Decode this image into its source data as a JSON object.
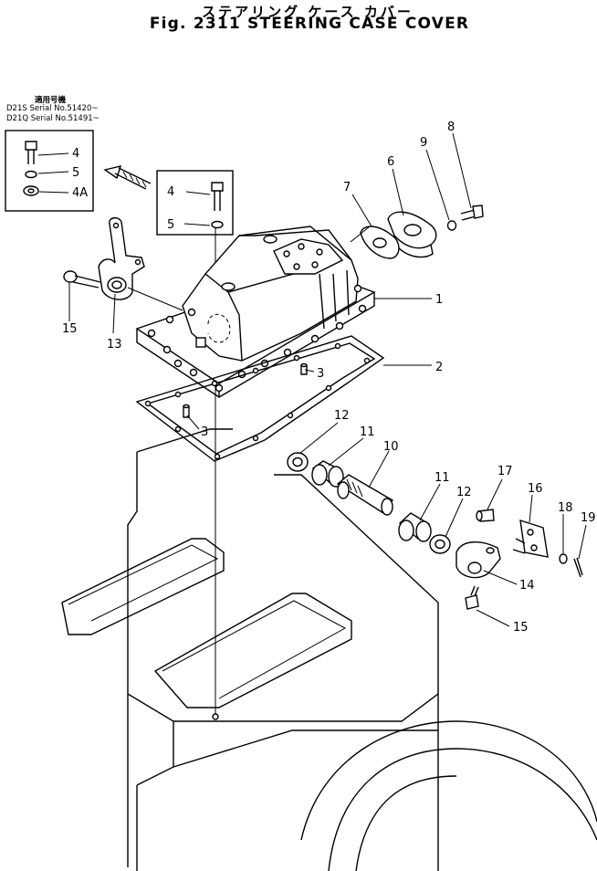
{
  "title": {
    "japanese": "ステアリング ケース カバー",
    "english": "Fig. 2311 STEERING CASE COVER"
  },
  "serial_box": {
    "header": "適用号機",
    "lines": [
      "D21S Serial No.51420~",
      "D21Q Serial No.51491~"
    ]
  },
  "callouts": {
    "p1": "1",
    "p2": "2",
    "p3a": "3",
    "p3b": "3",
    "p4a": "4",
    "p5a": "5",
    "p4A": "4A",
    "p4b": "4",
    "p5b": "5",
    "p6": "6",
    "p7": "7",
    "p8": "8",
    "p9": "9",
    "p10": "10",
    "p11a": "11",
    "p11b": "11",
    "p12a": "12",
    "p12b": "12",
    "p13": "13",
    "p14": "14",
    "p15a": "15",
    "p15b": "15",
    "p16": "16",
    "p17": "17",
    "p18": "18",
    "p19": "19"
  }
}
